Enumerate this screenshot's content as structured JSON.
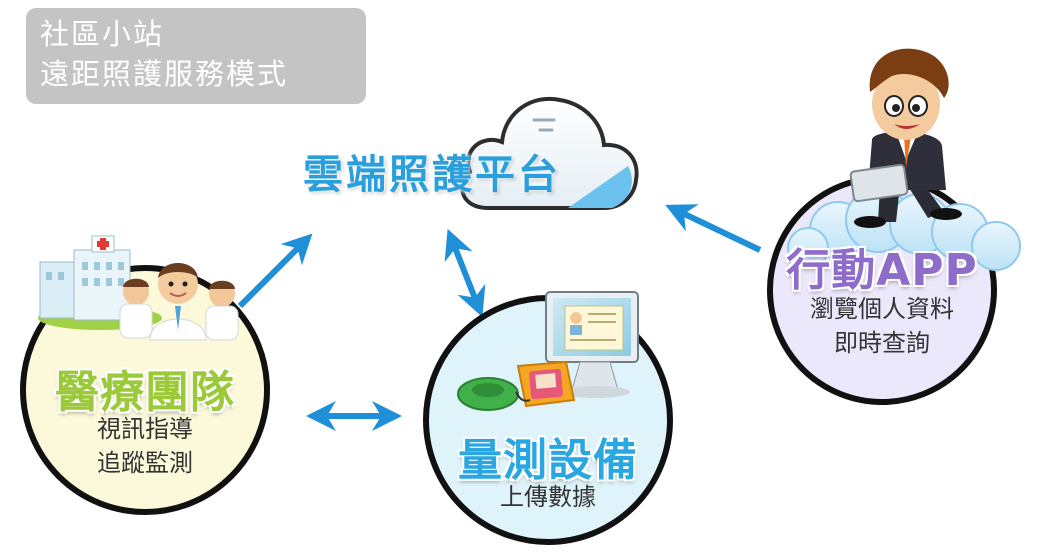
{
  "header": {
    "line1": "社區小站",
    "line2": "遠距照護服務模式"
  },
  "cloud": {
    "title": "雲端照護平台"
  },
  "nodes": {
    "medical": {
      "title": "醫療團隊",
      "line1": "視訊指導",
      "line2": "追蹤監測"
    },
    "device": {
      "title": "量測設備",
      "line1": "上傳數據"
    },
    "app": {
      "title": "行動APP",
      "line1": "瀏覽個人資料",
      "line2": "即時查詢"
    }
  },
  "colors": {
    "arrow": "#1f8fd8",
    "medical_fill": "#fbf9d9",
    "device_fill": "#dff4fa",
    "app_fill": "#ece8fb",
    "medical_title": "#9cc93a",
    "device_title": "#2aa6e0",
    "app_title": "#8e6cc9"
  }
}
